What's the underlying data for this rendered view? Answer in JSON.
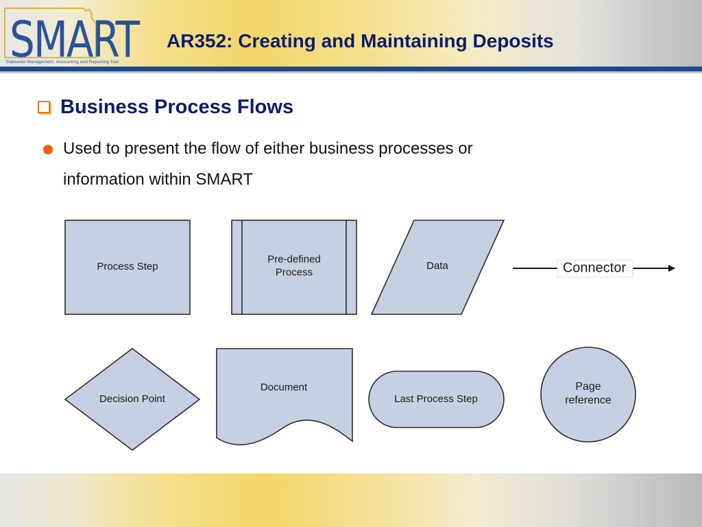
{
  "logo": {
    "wordmark": "SMART",
    "tagline": "Statewide Management, Accounting and Reporting Tool"
  },
  "slide": {
    "title": "AR352: Creating and Maintaining Deposits"
  },
  "section": {
    "heading": "Business Process Flows",
    "bullet": "Used to present the flow of either business processes or information within SMART"
  },
  "diagram": {
    "shapes": [
      {
        "kind": "process",
        "label_lines": [
          "Process Step"
        ]
      },
      {
        "kind": "predefined-process",
        "label_lines": [
          "Pre-defined",
          "Process"
        ]
      },
      {
        "kind": "data",
        "label_lines": [
          "Data"
        ]
      },
      {
        "kind": "connector",
        "label_lines": [
          "Connector"
        ]
      },
      {
        "kind": "decision",
        "label_lines": [
          "Decision Point"
        ]
      },
      {
        "kind": "document",
        "label_lines": [
          "Document"
        ]
      },
      {
        "kind": "terminator",
        "label_lines": [
          "Last Process Step"
        ]
      },
      {
        "kind": "page-reference",
        "label_lines": [
          "Page",
          "reference"
        ]
      }
    ],
    "colors": {
      "fill": "#c5d1e3",
      "stroke": "#2b2b2b",
      "text": "#1a1a1a"
    }
  },
  "theme": {
    "title_color": "#0b1e6b",
    "accent_blue": "#1e4a8c",
    "checkbox_orange": "#e07b10",
    "bullet_orange": "#f25c10"
  }
}
